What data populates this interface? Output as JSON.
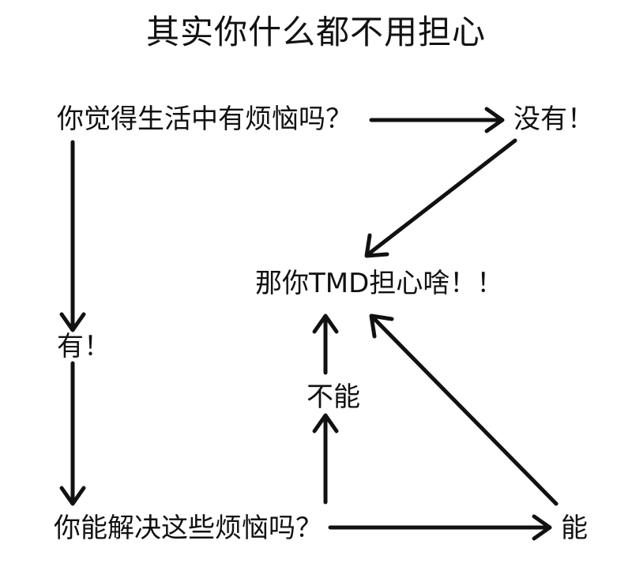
{
  "title": "其实你什么都不用担心",
  "nodes": {
    "question1": "你觉得生活中有烦恼吗？",
    "no": "没有！",
    "worry": "那你TMD担心啥！！",
    "yes": "有！",
    "cannot": "不能",
    "question2": "你能解决这些烦恼吗？",
    "can": "能"
  },
  "colors": {
    "ink": "#111111",
    "background": "#ffffff"
  }
}
